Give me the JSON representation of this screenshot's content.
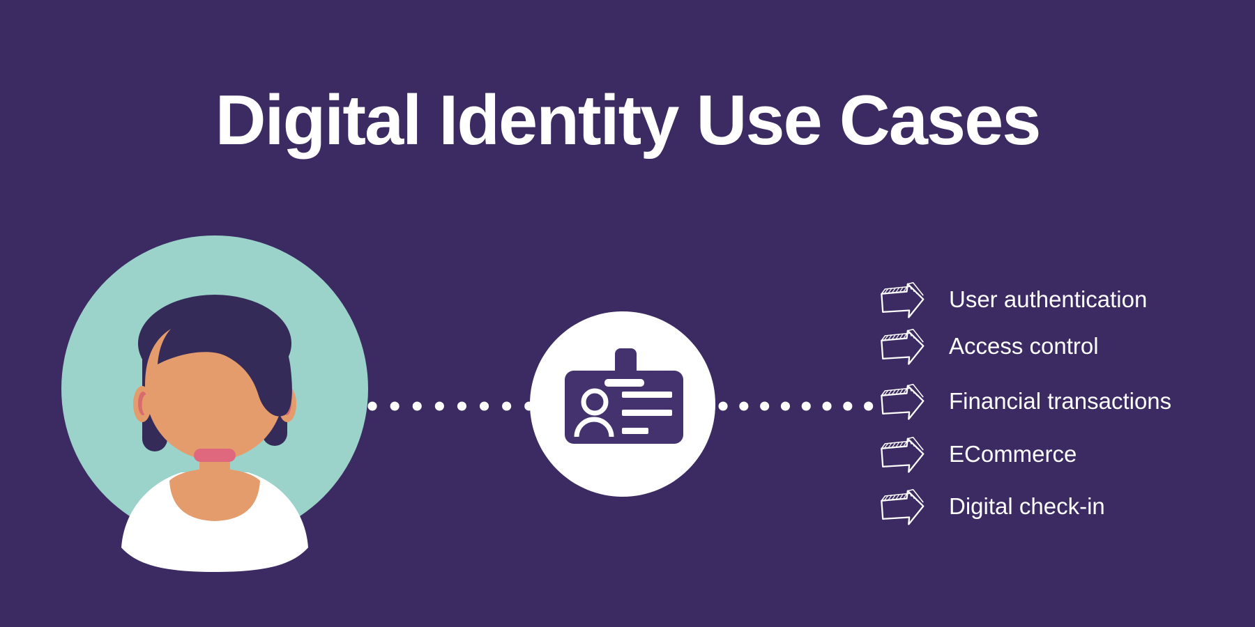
{
  "title": "Digital Identity Use Cases",
  "use_cases": [
    {
      "label": "User authentication"
    },
    {
      "label": "Access control"
    },
    {
      "label": "Financial transactions"
    },
    {
      "label": "ECommerce"
    },
    {
      "label": "Digital check-in"
    }
  ],
  "icons": {
    "avatar": "woman-avatar-icon",
    "badge": "id-badge-icon",
    "list_bullet": "sketch-arrow-icon",
    "connectors": "dotted-line-connector"
  },
  "colors": {
    "background": "#3c2b62",
    "title_text": "#ffffff",
    "list_text": "#ffffff",
    "avatar_circle": "#9bd2ca",
    "avatar_skin": "#e59c6d",
    "avatar_hair": "#342b58",
    "avatar_accent_pink": "#e0687e",
    "avatar_ear_pink": "#d96b6e",
    "shirt_white": "#ffffff",
    "badge_circle": "#ffffff",
    "badge_glyph": "#43326d"
  }
}
